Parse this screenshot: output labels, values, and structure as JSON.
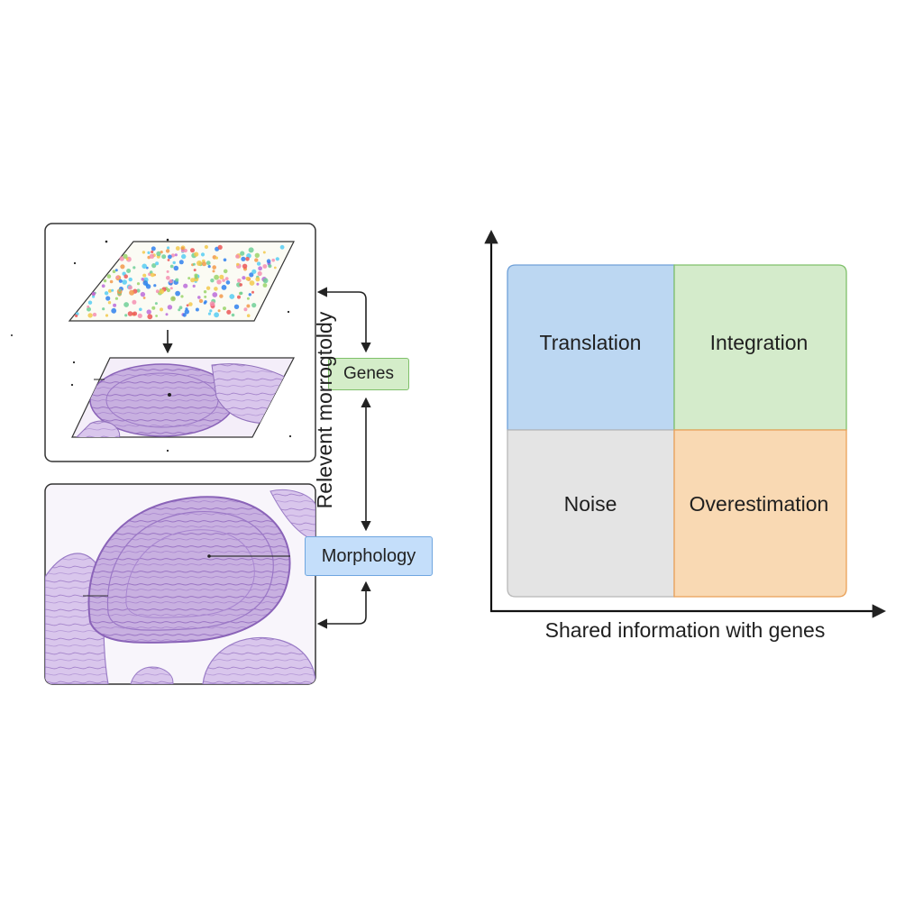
{
  "boxes": {
    "genes": "Genes",
    "morphology": "Morphology"
  },
  "quadrants": {
    "top_left": "Translation",
    "top_right": "Integration",
    "bottom_left": "Noise",
    "bottom_right": "Overestimation"
  },
  "axes": {
    "x_label": "Shared information with genes",
    "y_label": "Relevent morrogtoldy"
  },
  "colors": {
    "translation": "#bcd7f2",
    "integration": "#d4ebcb",
    "noise": "#e4e4e4",
    "overestimation": "#f9d9b3",
    "tissue": "#b99ad6",
    "genes_box": "#d4edc9",
    "morphology_box": "#c4defa"
  }
}
